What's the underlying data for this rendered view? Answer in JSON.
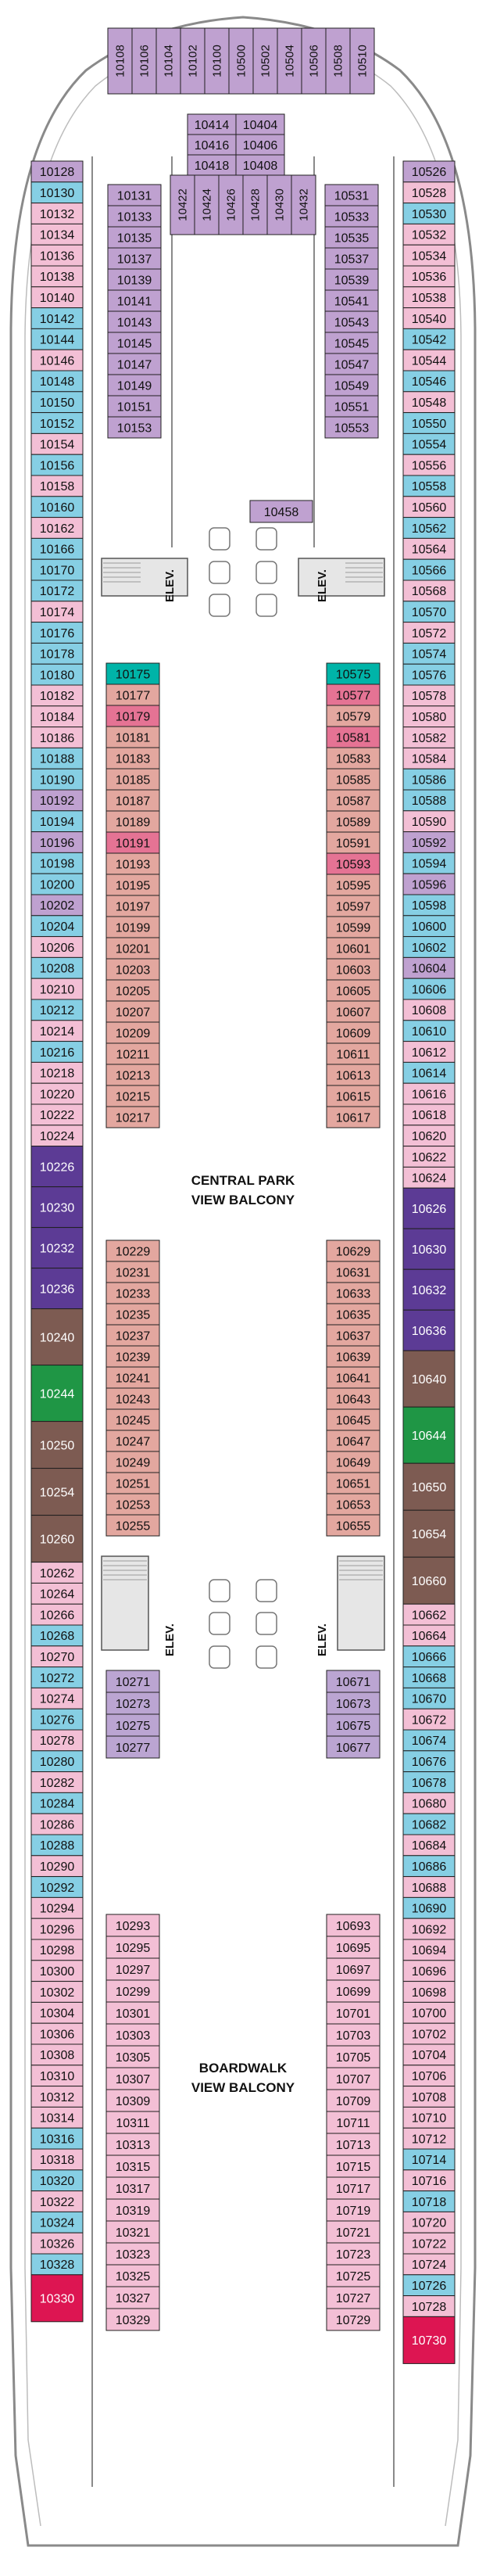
{
  "colors": {
    "suite": "#bfa1d0",
    "balcony": "#f3bfd5",
    "oceanview": "#86cfe4",
    "interior_park": "#bba5d2",
    "interior_view": "#e3a79f",
    "pink_suite": "#e57394",
    "red_suite": "#dd1552",
    "sky_suite": "#58245f",
    "grand_suite": "#5c3b95",
    "loft": "#7d5b52",
    "owner": "#1f9645",
    "aqua": "#00b4a8",
    "elevator": "#ededed",
    "outline": "#202020"
  },
  "labels": {
    "elevator": "ELEV.",
    "park_1": "CENTRAL PARK",
    "park_2": "VIEW BALCONY",
    "boardwalk_1": "BOARDWALK",
    "boardwalk_2": "VIEW BALCONY"
  },
  "icons": {
    "accessible": "wheelchair-icon",
    "stairs": "stairs-icon",
    "elevator": "elevator-icon"
  },
  "forward_cabins": [
    "10108",
    "10106",
    "10104",
    "10102",
    "10100",
    "10500",
    "10502",
    "10504",
    "10506",
    "10508",
    "10510"
  ],
  "center_block": {
    "top_rows": [
      [
        "10414",
        "10404"
      ],
      [
        "10416",
        "10406"
      ],
      [
        "10418",
        "10408"
      ]
    ],
    "vertical_cabins": [
      "10422",
      "10424",
      "10426",
      "10428",
      "10430",
      "10432"
    ],
    "bottom_cabin": "10458"
  },
  "port_outer": [
    "10128",
    "10130",
    "10132",
    "10134",
    "10136",
    "10138",
    "10140",
    "10142",
    "10144",
    "10146",
    "10148",
    "10150",
    "10152",
    "10154",
    "10156",
    "10158",
    "10160",
    "10162",
    "10166",
    "10170",
    "10172",
    "10174",
    "10176",
    "10178",
    "10180",
    "10182",
    "10184",
    "10186",
    "10188",
    "10190",
    "10192",
    "10194",
    "10196",
    "10198",
    "10200",
    "10202",
    "10204",
    "10206",
    "10208",
    "10210",
    "10212",
    "10214",
    "10216",
    "10218",
    "10220",
    "10222",
    "10224",
    "10226",
    "10230",
    "10232",
    "10236",
    "10240",
    "10244",
    "10250",
    "10254",
    "10260",
    "10262",
    "10264",
    "10266",
    "10268",
    "10270",
    "10272",
    "10274",
    "10276",
    "10278",
    "10280",
    "10282",
    "10284",
    "10286",
    "10288",
    "10290",
    "10292",
    "10294",
    "10296",
    "10298",
    "10300",
    "10302",
    "10304",
    "10306",
    "10308",
    "10310",
    "10312",
    "10314",
    "10316",
    "10318",
    "10320",
    "10322",
    "10324",
    "10326",
    "10328",
    "10330"
  ],
  "starboard_outer": [
    "10526",
    "10528",
    "10530",
    "10532",
    "10534",
    "10536",
    "10538",
    "10540",
    "10542",
    "10544",
    "10546",
    "10548",
    "10550",
    "10554",
    "10556",
    "10558",
    "10560",
    "10562",
    "10564",
    "10566",
    "10568",
    "10570",
    "10572",
    "10574",
    "10576",
    "10578",
    "10580",
    "10582",
    "10584",
    "10586",
    "10588",
    "10590",
    "10592",
    "10594",
    "10596",
    "10598",
    "10600",
    "10602",
    "10604",
    "10606",
    "10608",
    "10610",
    "10612",
    "10614",
    "10616",
    "10618",
    "10620",
    "10622",
    "10624",
    "10626",
    "10630",
    "10632",
    "10636",
    "10640",
    "10644",
    "10650",
    "10654",
    "10660",
    "10662",
    "10664",
    "10666",
    "10668",
    "10670",
    "10672",
    "10674",
    "10676",
    "10678",
    "10680",
    "10682",
    "10684",
    "10686",
    "10688",
    "10690",
    "10692",
    "10694",
    "10696",
    "10698",
    "10700",
    "10702",
    "10704",
    "10706",
    "10708",
    "10710",
    "10712",
    "10714",
    "10716",
    "10718",
    "10720",
    "10722",
    "10724",
    "10726",
    "10728",
    "10730"
  ],
  "port_inner_fwd": [
    "10131",
    "10133",
    "10135",
    "10137",
    "10139",
    "10141",
    "10143",
    "10145",
    "10147",
    "10149",
    "10151",
    "10153"
  ],
  "starboard_inner_fwd": [
    "10531",
    "10533",
    "10535",
    "10537",
    "10539",
    "10541",
    "10543",
    "10545",
    "10547",
    "10549",
    "10551",
    "10553"
  ],
  "port_park": [
    "10175",
    "10177",
    "10179",
    "10181",
    "10183",
    "10185",
    "10187",
    "10189",
    "10191",
    "10193",
    "10195",
    "10197",
    "10199",
    "10201",
    "10203",
    "10205",
    "10207",
    "10209",
    "10211",
    "10213",
    "10215",
    "10217",
    "10229",
    "10231",
    "10233",
    "10235",
    "10237",
    "10239",
    "10241",
    "10243",
    "10245",
    "10247",
    "10249",
    "10251",
    "10253",
    "10255"
  ],
  "starboard_park": [
    "10575",
    "10577",
    "10579",
    "10581",
    "10583",
    "10585",
    "10587",
    "10589",
    "10591",
    "10593",
    "10595",
    "10597",
    "10599",
    "10601",
    "10603",
    "10605",
    "10607",
    "10609",
    "10611",
    "10613",
    "10615",
    "10617",
    "10629",
    "10631",
    "10633",
    "10635",
    "10637",
    "10639",
    "10641",
    "10643",
    "10645",
    "10647",
    "10649",
    "10651",
    "10653",
    "10655"
  ],
  "port_aft_view": [
    "10271",
    "10273",
    "10275",
    "10277"
  ],
  "starboard_aft_view": [
    "10671",
    "10673",
    "10675",
    "10677"
  ],
  "port_boardwalk": [
    "10293",
    "10295",
    "10297",
    "10299",
    "10301",
    "10303",
    "10305",
    "10307",
    "10309",
    "10311",
    "10313",
    "10315",
    "10317",
    "10319",
    "10321",
    "10323",
    "10325",
    "10327",
    "10329"
  ],
  "starboard_boardwalk": [
    "10693",
    "10695",
    "10697",
    "10699",
    "10701",
    "10703",
    "10705",
    "10707",
    "10709",
    "10711",
    "10713",
    "10715",
    "10717",
    "10719",
    "10721",
    "10723",
    "10725",
    "10727",
    "10729"
  ]
}
